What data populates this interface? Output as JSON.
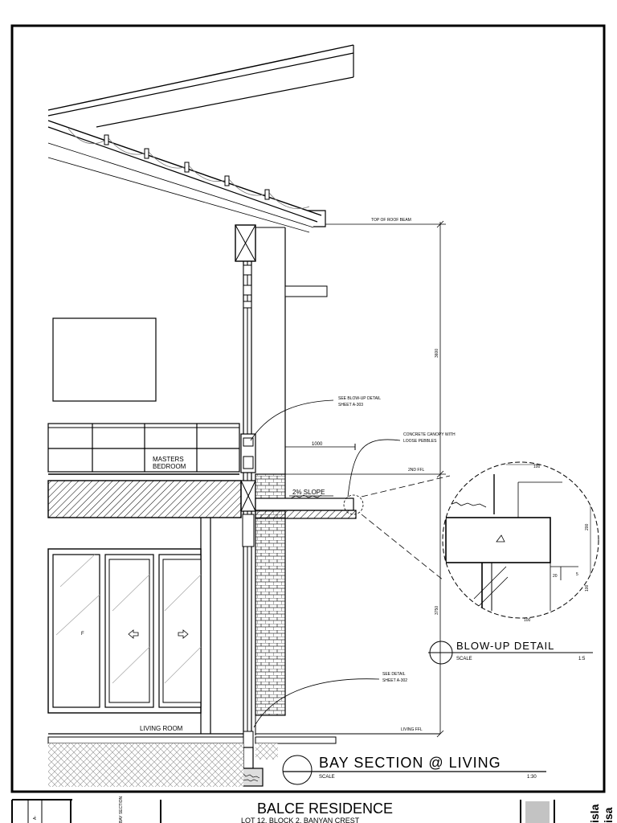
{
  "labels": {
    "top_of_roof_beam": "TOP OF ROOF BEAM",
    "see_blowup_1": "SEE BLOW-UP DETAIL",
    "see_blowup_2": "SHEET A-303",
    "canopy_1": "CONCRETE CANOPY WITH",
    "canopy_2": "LOOSE PEBBLES",
    "dim_1000": "1000",
    "second_ffl": "2ND FFL",
    "slope": "2% SLOPE",
    "masters_1": "MASTERS",
    "masters_2": "BEDROOM",
    "dim_3600": "3600",
    "dim_3750": "3750",
    "door_f": "F",
    "see_detail_1": "SEE DETAIL",
    "see_detail_2": "SHEET A-302",
    "living_room": "LIVING ROOM",
    "living_ffl": "LIVING FFL"
  },
  "blowup": {
    "title": "BLOW-UP DETAIL",
    "scale_label": "SCALE",
    "scale_value": "1:5",
    "dim_100_top": "100",
    "dim_200": "200",
    "dim_20": "20",
    "dim_5": "5",
    "dim_100_side": "100",
    "dim_100_bottom": "100"
  },
  "section": {
    "title": "BAY SECTION @ LIVING",
    "scale_label": "SCALE",
    "scale_value": "1:30"
  },
  "title_block": {
    "project": "BALCE RESIDENCE",
    "address": "LOT 12, BLOCK 2, BANYAN CREST",
    "sheet_no": "A-",
    "sheet_title": "BAY SECTION",
    "brand_1": "isla",
    "brand_2": "isa"
  }
}
